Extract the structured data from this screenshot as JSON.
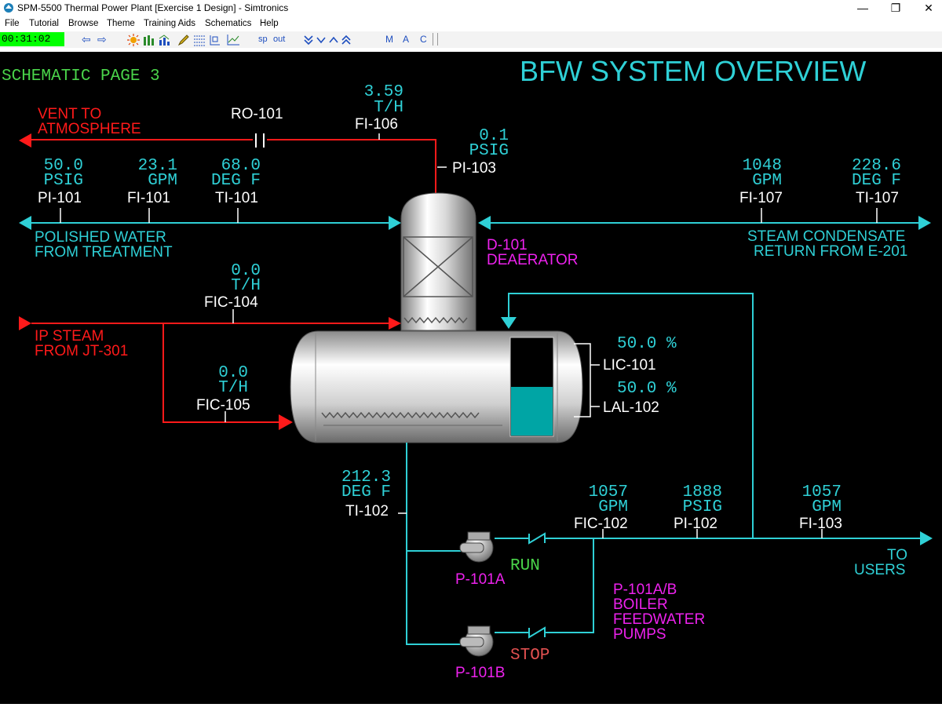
{
  "window": {
    "title": "SPM-5500 Thermal Power Plant [Exercise 1 Design] - Simtronics",
    "minimize": "—",
    "restore": "❐",
    "close": "✕"
  },
  "menu": [
    "File",
    "Tutorial",
    "Browse",
    "Theme",
    "Training Aids",
    "Schematics",
    "Help"
  ],
  "toolbar": {
    "clock": "00:31:02",
    "back": "⇦",
    "forward": "⇨",
    "sp": "sp",
    "out": "out",
    "m": "M",
    "a": "A",
    "c": "C"
  },
  "schematic": {
    "page_label": "SCHEMATIC PAGE 3",
    "title": "BFW SYSTEM OVERVIEW",
    "vent": {
      "line1": "VENT TO",
      "line2": "ATMOSPHERE"
    },
    "ro_tag": "RO-101",
    "fi106": {
      "value": "3.59",
      "unit": "T/H",
      "tag": "FI-106"
    },
    "pi103": {
      "value": "0.1",
      "unit": "PSIG",
      "tag": "PI-103"
    },
    "pi101": {
      "value": "50.0",
      "unit": "PSIG",
      "tag": "PI-101"
    },
    "fi101": {
      "value": "23.1",
      "unit": "GPM",
      "tag": "FI-101"
    },
    "ti101": {
      "value": "68.0",
      "unit": "DEG F",
      "tag": "TI-101"
    },
    "fi107": {
      "value": "1048",
      "unit": "GPM",
      "tag": "FI-107"
    },
    "ti107": {
      "value": "228.6",
      "unit": "DEG F",
      "tag": "TI-107"
    },
    "polished": {
      "line1": "POLISHED WATER",
      "line2": "FROM TREATMENT"
    },
    "condensate": {
      "line1": "STEAM CONDENSATE",
      "line2": "RETURN FROM E-201"
    },
    "deaerator": {
      "line1": "D-101",
      "line2": "DEAERATOR"
    },
    "fic104": {
      "value": "0.0",
      "unit": "T/H",
      "tag": "FIC-104"
    },
    "ip_steam": {
      "line1": "IP STEAM",
      "line2": "FROM JT-301"
    },
    "fic105": {
      "value": "0.0",
      "unit": "T/H",
      "tag": "FIC-105"
    },
    "lic101": {
      "value": "50.0 %",
      "tag": "LIC-101",
      "level_fraction": 0.5
    },
    "lal102": {
      "value": "50.0 %",
      "tag": "LAL-102"
    },
    "ti102": {
      "value": "212.3",
      "unit": "DEG F",
      "tag": "TI-102"
    },
    "fic102": {
      "value": "1057",
      "unit": "GPM",
      "tag": "FIC-102"
    },
    "pi102": {
      "value": "1888",
      "unit": "PSIG",
      "tag": "PI-102"
    },
    "fi103": {
      "value": "1057",
      "unit": "GPM",
      "tag": "FI-103"
    },
    "to_users": {
      "line1": "TO",
      "line2": "USERS"
    },
    "p101a": {
      "tag": "P-101A",
      "status": "RUN"
    },
    "p101b": {
      "tag": "P-101B",
      "status": "STOP"
    },
    "pumps_desc": {
      "line1": "P-101A/B",
      "line2": "BOILER",
      "line3": "FEEDWATER",
      "line4": "PUMPS"
    }
  },
  "colors": {
    "background": "#000000",
    "water_line": "#2fd0d6",
    "steam_line": "#ff1a1a",
    "equipment_label": "#ee22ee",
    "run_status": "#4ad44a",
    "stop_status": "#e05050",
    "level_fill": "#00a5a5",
    "clock_bg": "#00ff00"
  },
  "icons": [
    "app-icon",
    "back-arrow-icon",
    "forward-arrow-icon",
    "sun-icon",
    "bars-icon",
    "trend-icon",
    "pencil-icon",
    "grid-icon",
    "valve-icon",
    "chart-icon",
    "expand-down-icon",
    "collapse-down-icon",
    "up-icon",
    "double-up-icon"
  ]
}
